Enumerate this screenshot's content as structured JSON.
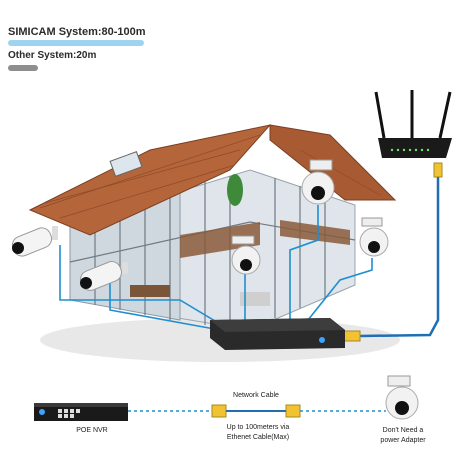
{
  "legend": {
    "simicam_label": "SIMICAM System:80-100m",
    "other_label": "Other System:20m",
    "simicam_bar_color": "#9fd4f0",
    "other_bar_color": "#8e8e8e"
  },
  "bottom": {
    "nvr_label": "POE NVR",
    "cable_label": "Network Cable",
    "distance_line1": "Up to 100meters via",
    "distance_line2": "Ethenet Cable(Max)",
    "adapter_line1": "Don't Need a",
    "adapter_line2": "power Adapter"
  },
  "icons": [
    "router-icon",
    "dome-camera-icon",
    "bullet-camera-icon",
    "nvr-icon",
    "rj45-connector-icon"
  ],
  "colors": {
    "cable": "#1f6fb2",
    "dashed_cable": "#1f8fd0",
    "roof": "#b5653a"
  }
}
